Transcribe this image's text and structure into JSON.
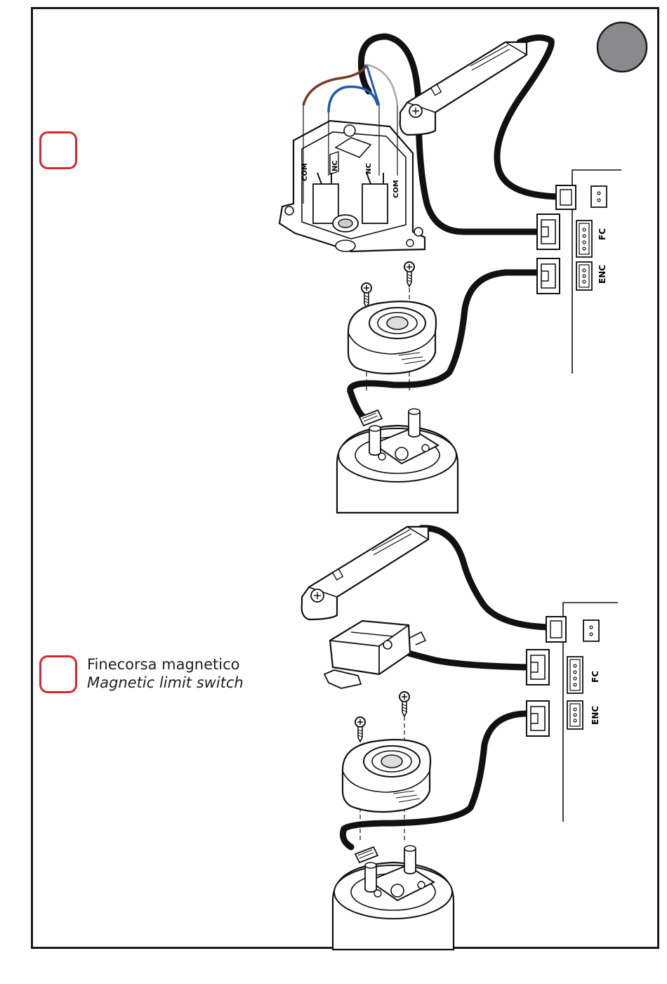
{
  "colors": {
    "frame": "#1a1a1a",
    "badge_border": "#d8262b",
    "page_circle": "#8a8a8e",
    "cable": "#111111",
    "wire_brown": "#7a3a2a",
    "wire_blue": "#1e5bb0"
  },
  "top_panel": {
    "badge_label": "",
    "switch_labels": {
      "com_left": "COM",
      "nc_left": "NC",
      "nc_right": "NC",
      "com_right": "COM"
    },
    "connectors": {
      "fc": "FC",
      "enc": "ENC"
    }
  },
  "bottom_panel": {
    "badge_label": "",
    "caption": {
      "line1": "Finecorsa magnetico",
      "line2": "Magnetic limit switch"
    },
    "connectors": {
      "fc": "FC",
      "enc": "ENC"
    }
  },
  "icons": [
    "screw-icon",
    "plug-connector-icon",
    "limit-switch-icon",
    "magnet-icon",
    "encoder-cap-icon",
    "motor-icon"
  ]
}
